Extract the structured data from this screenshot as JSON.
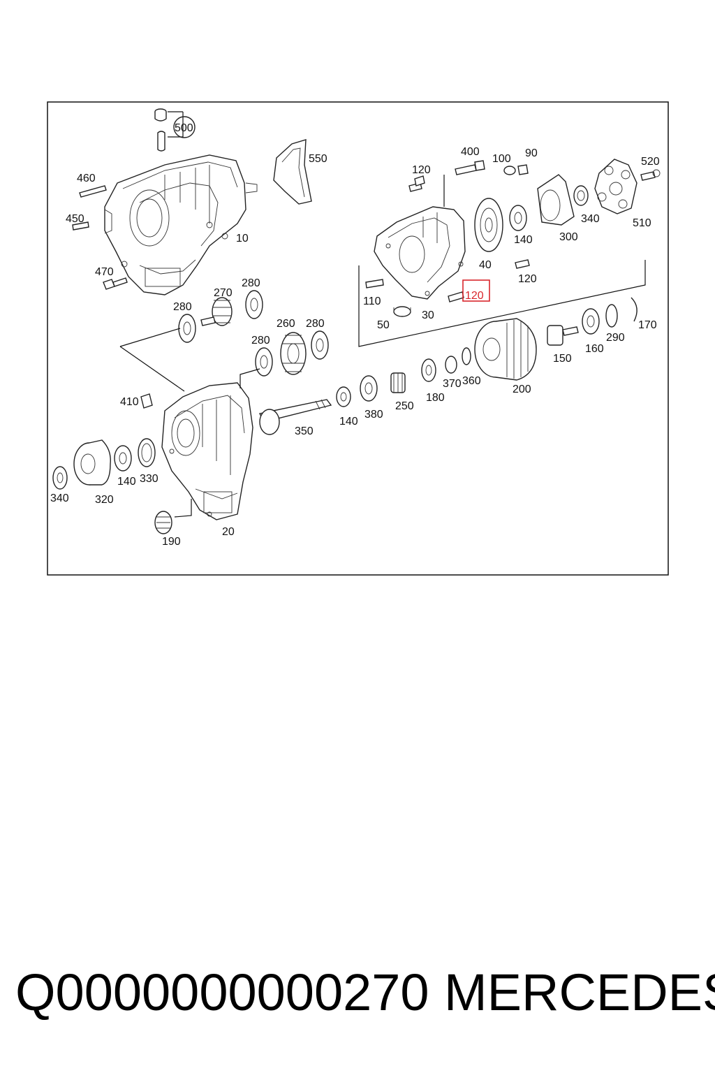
{
  "diagram": {
    "callouts": {
      "c500": "500",
      "c550": "550",
      "c460": "460",
      "c450": "450",
      "c470": "470",
      "c10": "10",
      "c400": "400",
      "c100": "100",
      "c90": "90",
      "c520": "520",
      "c120a": "120",
      "c340a": "340",
      "c510": "510",
      "c300": "300",
      "c140a": "140",
      "c40": "40",
      "c120b": "120",
      "c110": "110",
      "c50": "50",
      "c30": "30",
      "c120c": "120",
      "c170": "170",
      "c290": "290",
      "c160": "160",
      "c150": "150",
      "c200": "200",
      "c360": "360",
      "c370": "370",
      "c180": "180",
      "c250": "250",
      "c380": "380",
      "c140b": "140",
      "c350": "350",
      "c270": "270",
      "c280a": "280",
      "c280b": "280",
      "c260": "260",
      "c280c": "280",
      "c280d": "280",
      "c410": "410",
      "c140c": "140",
      "c330": "330",
      "c340b": "340",
      "c320": "320",
      "c190": "190",
      "c20": "20"
    },
    "highlight_color": "#d9262c"
  },
  "footer": {
    "part_number": "Q0000000000270",
    "brand": "MERCEDES"
  }
}
